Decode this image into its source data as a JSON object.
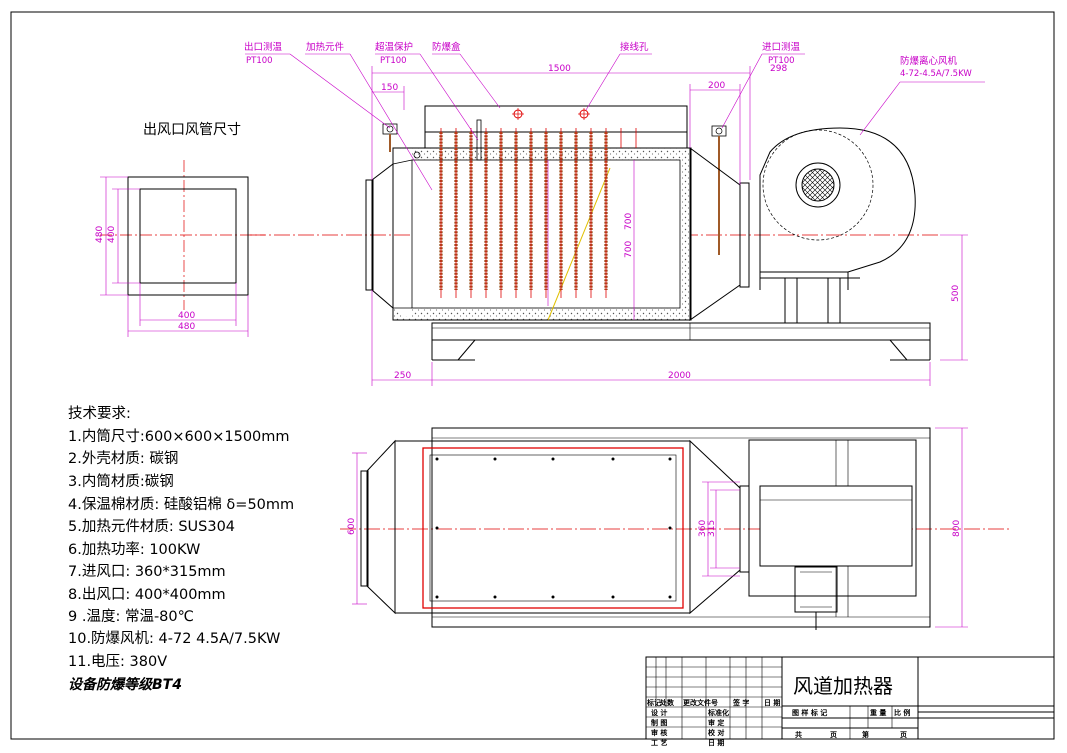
{
  "drawing_title": "风道加热器",
  "outlet_duct_title": "出风口风管尺寸",
  "callouts": {
    "outlet_temp": "出口测温",
    "outlet_pt": "PT100",
    "heater_element": "加热元件",
    "overtemp": "超温保护",
    "overtemp_pt": "PT100",
    "explosion_box": "防爆盒",
    "wiring_hole": "接线孔",
    "inlet_temp": "进口测温",
    "inlet_pt": "PT100",
    "fan": "防爆离心风机",
    "fan_model": "4-72-4.5A/7.5KW"
  },
  "dimensions": {
    "d1500": "1500",
    "d150": "150",
    "d200": "200",
    "d298": "298",
    "d700a": "700",
    "d700b": "700",
    "d500": "500",
    "d250": "250",
    "d2000": "2000",
    "d480v": "480",
    "d400v": "400",
    "d400h": "400",
    "d480h": "480",
    "d600": "600",
    "d360": "360",
    "d315": "315",
    "d800": "800"
  },
  "tech": {
    "heading": "技术要求:",
    "items": [
      "1.内筒尺寸:600×600×1500mm",
      "2.外壳材质: 碳钢",
      "3.内筒材质:碳钢",
      "4.保温棉材质: 硅酸铝棉 δ=50mm",
      "5.加热元件材质: SUS304",
      "6.加热功率: 100KW",
      "7.进风口: 360*315mm",
      "8.出风口: 400*400mm",
      "9 .温度: 常温-80℃",
      "10.防爆风机: 4-72 4.5A/7.5KW",
      "11.电压: 380V"
    ],
    "footer": "设备防爆等级BT4"
  },
  "title_block": {
    "mark_label": "图 样 标 记",
    "weight_label": "重 量",
    "scale_label": "比 例",
    "total_label": "共",
    "sheet_label": "页",
    "no_label": "第",
    "no_sheet_label": "页",
    "rows": [
      "设 计",
      "制 图",
      "审 核",
      "工 艺"
    ],
    "sign_cols": [
      "标记",
      "处数",
      "更改文件号",
      "签 字",
      "日 期"
    ],
    "std_label": "标准化",
    "approve_label": "审 定",
    "check_label": "校 对",
    "date_label": "日 期"
  },
  "colors": {
    "dimension": "#c800c8",
    "center": "#e00000",
    "outline": "#000000",
    "heater": "#a05a28"
  }
}
